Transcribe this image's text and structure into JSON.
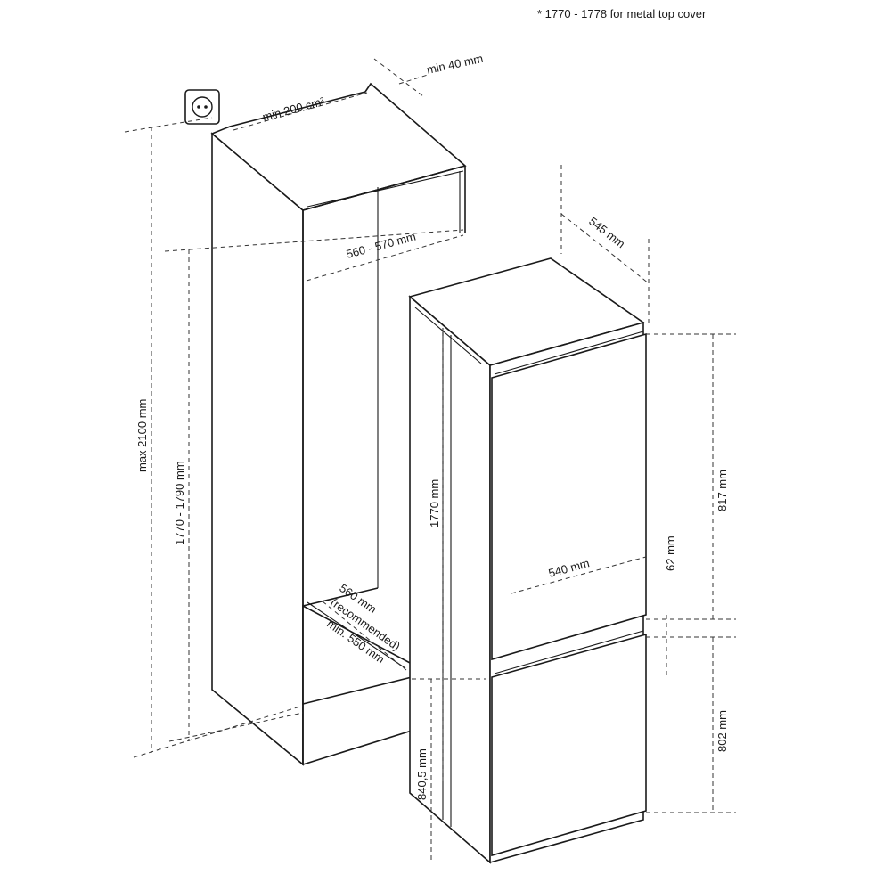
{
  "note": "* 1770 - 1778 for metal top cover",
  "labels": {
    "vent_top": "min 40 mm",
    "vent_area": "min 200 cm²",
    "max_height": "max 2100 mm",
    "niche_height": "1770 - 1790 mm",
    "niche_width": "560 - 570 mm",
    "niche_depth_1": "560 mm",
    "niche_depth_2": "(recommended)",
    "niche_depth_3": "min. 550 mm",
    "depth": "545 mm",
    "appliance_height": "1770 mm",
    "appliance_width": "540 mm",
    "upper_door": "817 mm",
    "gap": "62 mm",
    "lower_door": "802 mm",
    "lower_height": "840,5 mm"
  },
  "icons": {
    "socket": "power-socket-icon"
  }
}
